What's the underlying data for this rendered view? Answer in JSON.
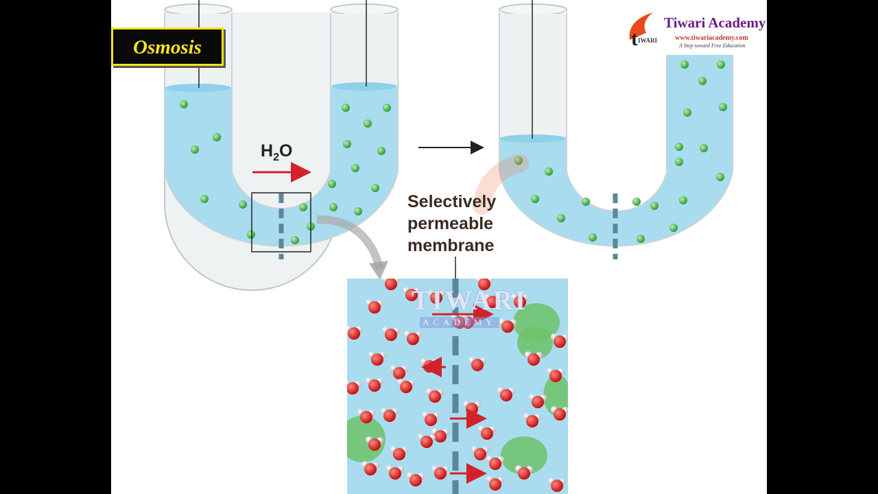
{
  "title": "Osmosis",
  "brand": {
    "name": "Tiwari Academy",
    "url": "www.tiwariacademy.com",
    "tagline": "A Step toward Free Education",
    "logo_text": "IWARI"
  },
  "labels": {
    "h2o_main": "H",
    "h2o_sub": "2",
    "h2o_end": "O",
    "membrane": [
      "Selectively",
      "permeable",
      "membrane"
    ]
  },
  "watermark": {
    "word": "TIWARI",
    "sub": "ACADEMY"
  },
  "colors": {
    "water": "#a9dcef",
    "tube_outline": "#bfc6ca",
    "solute": "#49b84a",
    "arrow": "#d2232a",
    "membrane": "#5b8799",
    "title_fill": "#0a0a0a",
    "title_text": "#f5e61a",
    "brand": "#6a1b8a"
  }
}
